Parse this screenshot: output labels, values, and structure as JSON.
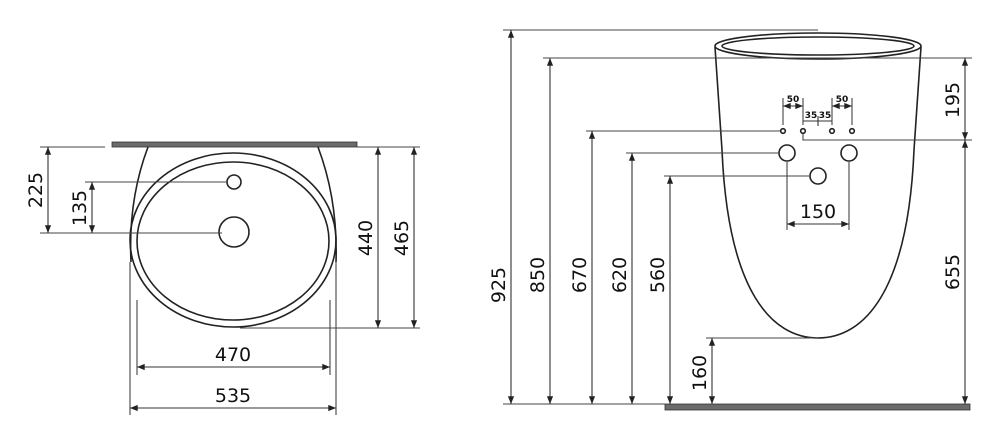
{
  "top_view": {
    "dims": {
      "d225": "225",
      "d135": "135",
      "d440": "440",
      "d465": "465",
      "d470": "470",
      "d535": "535"
    }
  },
  "front_view": {
    "dims": {
      "d925": "925",
      "d850": "850",
      "d670": "670",
      "d620": "620",
      "d560": "560",
      "d160": "160",
      "d195": "195",
      "d655": "655",
      "d150": "150",
      "d50a": "50",
      "d50b": "50",
      "d35a": "35",
      "d35b": "35"
    }
  },
  "colors": {
    "wall": "#6b6b6b",
    "line": "#222222"
  }
}
